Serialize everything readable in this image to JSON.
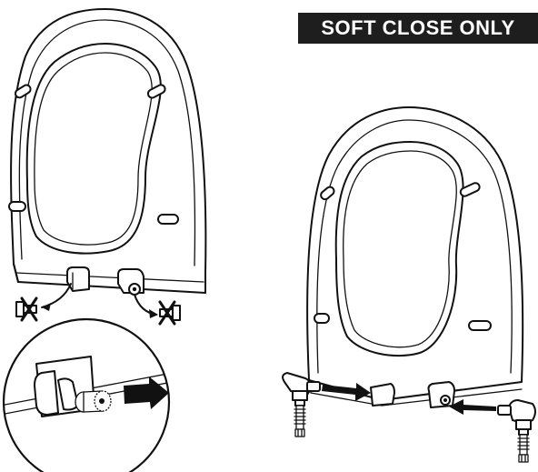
{
  "banner": {
    "text": "SOFT CLOSE ONLY",
    "background": "#1e1e1e",
    "color": "#ffffff"
  },
  "figures": [
    {
      "name": "seat-with-hinges-removed",
      "icons": [
        "toilet-seat-icon",
        "hinge-cap-removal-icon",
        "crossed-out-hinge-icon"
      ]
    },
    {
      "name": "hinge-detail-magnified",
      "icons": [
        "magnifier-circle-icon",
        "release-arrow-icon"
      ]
    },
    {
      "name": "seat-soft-close-hinges-inserted",
      "icons": [
        "toilet-seat-icon",
        "soft-close-hinge-icon",
        "insert-arrow-icon"
      ]
    }
  ]
}
